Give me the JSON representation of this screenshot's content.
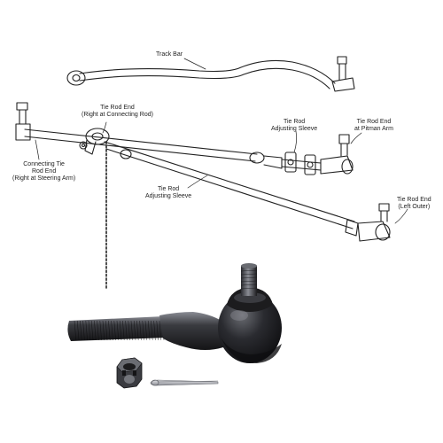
{
  "labels": {
    "track_bar": "Track Bar",
    "tie_rod_end_connecting_rod": [
      "Tie Rod End",
      "(Right at Connecting Rod)"
    ],
    "tie_rod_adjusting_sleeve_upper": [
      "Tie Rod",
      "Adjusting Sleeve"
    ],
    "tie_rod_end_pitman_arm": [
      "Tie Rod End",
      "at Pitman Arm"
    ],
    "connecting_tie_rod_end": [
      "Connecting Tie",
      "Rod End",
      "(Right at Steering Arm)"
    ],
    "tie_rod_adjusting_sleeve_lower": [
      "Tie Rod",
      "Adjusting Sleeve"
    ],
    "tie_rod_end_left_outer": [
      "Tie Rod End",
      "(Left Outer)"
    ]
  },
  "colors": {
    "line_art": "#222222",
    "part_dark": "#1c1c1e",
    "part_mid": "#3a3b40",
    "part_highlight": "#8a8c94",
    "background": "#ffffff"
  },
  "icons": {
    "castle_nut": "castle-nut-icon",
    "cotter_pin": "cotter-pin-icon"
  }
}
